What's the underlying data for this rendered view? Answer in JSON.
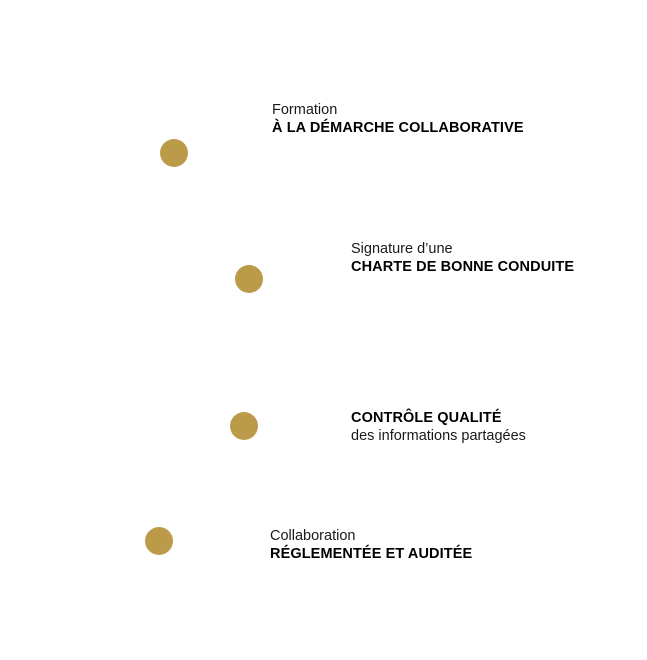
{
  "accent_color": "#bb9a4a",
  "steps": [
    {
      "light": "Formation",
      "bold": "À LA DÉMARCHE COLLABORATIVE"
    },
    {
      "light": "Signature d’une",
      "bold": "CHARTE DE BONNE CONDUITE"
    },
    {
      "bold": "CONTRÔLE QUALITÉ",
      "light": "des informations partagées"
    },
    {
      "light": "Collaboration",
      "bold": "RÉGLEMENTÉE ET AUDITÉE"
    }
  ]
}
